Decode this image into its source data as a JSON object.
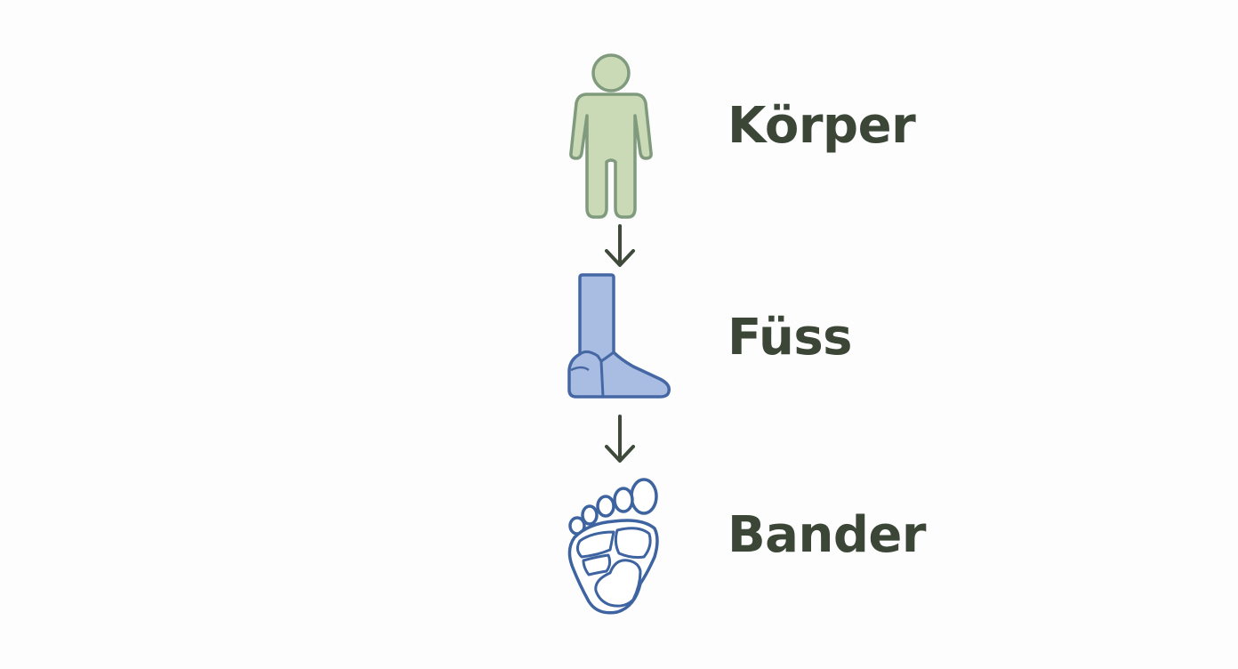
{
  "colors": {
    "background": "#fdfdfd",
    "text": "#3b4637",
    "arrow": "#3f4a3b",
    "body_fill": "#cbdab6",
    "body_stroke": "#7f9a7c",
    "foot_fill": "#a9bde2",
    "foot_stroke": "#4568a5",
    "sole_fill": "#ffffff",
    "sole_stroke": "#3d63a0"
  },
  "steps": [
    {
      "label": "Körper",
      "icon": "person-body-icon"
    },
    {
      "label": "Füss",
      "icon": "foot-icon"
    },
    {
      "label": "Bander",
      "icon": "foot-sole-icon"
    }
  ],
  "connectors": [
    "arrow-down-icon",
    "arrow-down-icon"
  ]
}
